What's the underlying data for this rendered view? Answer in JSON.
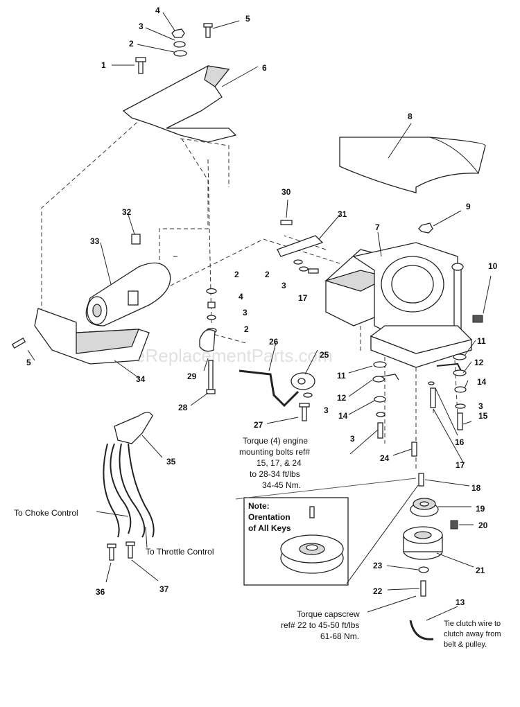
{
  "watermark": "eReplacementParts.com",
  "callouts": [
    {
      "id": "c1",
      "text": "1"
    },
    {
      "id": "c2a",
      "text": "2"
    },
    {
      "id": "c3a",
      "text": "3"
    },
    {
      "id": "c4a",
      "text": "4"
    },
    {
      "id": "c5a",
      "text": "5"
    },
    {
      "id": "c6",
      "text": "6"
    },
    {
      "id": "c7",
      "text": "7"
    },
    {
      "id": "c8",
      "text": "8"
    },
    {
      "id": "c9",
      "text": "9"
    },
    {
      "id": "c10",
      "text": "10"
    },
    {
      "id": "c11a",
      "text": "11"
    },
    {
      "id": "c11b",
      "text": "11"
    },
    {
      "id": "c12a",
      "text": "12"
    },
    {
      "id": "c12b",
      "text": "12"
    },
    {
      "id": "c13",
      "text": "13"
    },
    {
      "id": "c14a",
      "text": "14"
    },
    {
      "id": "c14b",
      "text": "14"
    },
    {
      "id": "c15",
      "text": "15"
    },
    {
      "id": "c16",
      "text": "16"
    },
    {
      "id": "c17a",
      "text": "17"
    },
    {
      "id": "c17b",
      "text": "17"
    },
    {
      "id": "c18",
      "text": "18"
    },
    {
      "id": "c19",
      "text": "19"
    },
    {
      "id": "c20",
      "text": "20"
    },
    {
      "id": "c21",
      "text": "21"
    },
    {
      "id": "c22",
      "text": "22"
    },
    {
      "id": "c23",
      "text": "23"
    },
    {
      "id": "c24",
      "text": "24"
    },
    {
      "id": "c25",
      "text": "25"
    },
    {
      "id": "c26",
      "text": "26"
    },
    {
      "id": "c27",
      "text": "27"
    },
    {
      "id": "c28",
      "text": "28"
    },
    {
      "id": "c29",
      "text": "29"
    },
    {
      "id": "c30",
      "text": "30"
    },
    {
      "id": "c31",
      "text": "31"
    },
    {
      "id": "c32",
      "text": "32"
    },
    {
      "id": "c33",
      "text": "33"
    },
    {
      "id": "c34",
      "text": "34"
    },
    {
      "id": "c35",
      "text": "35"
    },
    {
      "id": "c36",
      "text": "36"
    },
    {
      "id": "c37",
      "text": "37"
    },
    {
      "id": "c5b",
      "text": "5"
    },
    {
      "id": "c2b",
      "text": "2"
    },
    {
      "id": "c3b",
      "text": "3"
    },
    {
      "id": "c2c",
      "text": "2"
    },
    {
      "id": "c3c",
      "text": "3"
    },
    {
      "id": "c4b",
      "text": "4"
    },
    {
      "id": "c3d",
      "text": "3"
    },
    {
      "id": "c2d",
      "text": "2"
    },
    {
      "id": "c3e",
      "text": "3"
    },
    {
      "id": "c3f",
      "text": "3"
    },
    {
      "id": "c3g",
      "text": "3"
    }
  ],
  "notes": {
    "torque_engine": [
      "Torque (4) engine",
      "mounting bolts ref#",
      "15, 17, & 24",
      "to 28-34 ft/lbs",
      "34-45 Nm."
    ],
    "keys_note": [
      "Note:",
      "Orentation",
      "of All Keys"
    ],
    "choke": "To Choke Control",
    "throttle": "To Throttle Control",
    "torque_capscrew": [
      "Torque capscrew",
      "ref# 22 to 45-50 ft/lbs",
      "61-68 Nm."
    ],
    "tie_clutch": [
      "Tie clutch wire to",
      "clutch away from",
      "belt & pulley."
    ]
  }
}
